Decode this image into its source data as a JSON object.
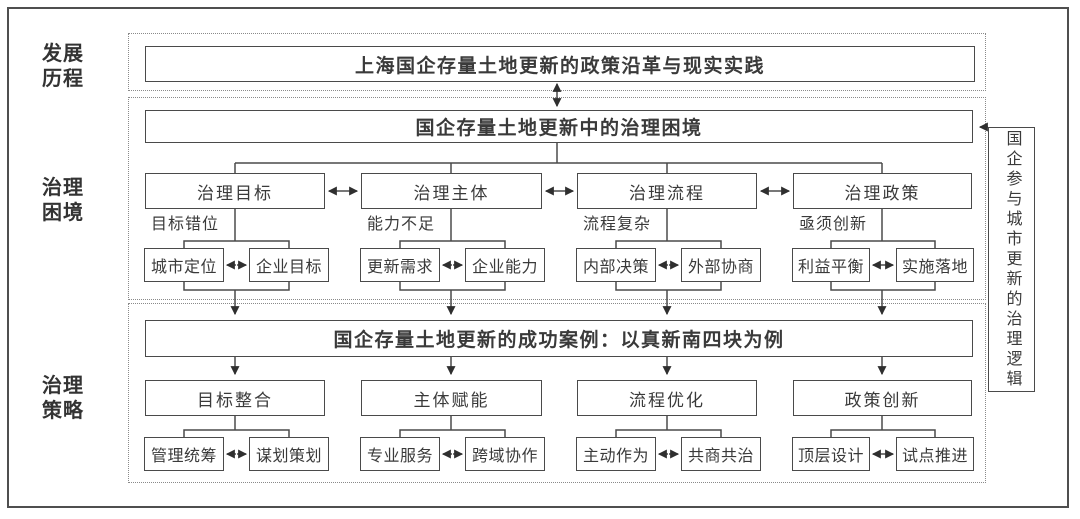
{
  "diagram": {
    "side_labels": [
      {
        "line1": "发展",
        "line2": "历程"
      },
      {
        "line1": "治理",
        "line2": "困境"
      },
      {
        "line1": "治理",
        "line2": "策略"
      }
    ],
    "top_banner": "上海国企存量土地更新的政策沿革与现实实践",
    "dilemma_banner": "国企存量土地更新中的治理困境",
    "case_banner": "国企存量土地更新的成功案例：以真新南四块为例",
    "right_logic_label": "国企参与城市更新的治理逻辑",
    "dilemma_columns": [
      {
        "header": "治理目标",
        "issue": "目标错位",
        "left": "城市定位",
        "right": "企业目标"
      },
      {
        "header": "治理主体",
        "issue": "能力不足",
        "left": "更新需求",
        "right": "企业能力"
      },
      {
        "header": "治理流程",
        "issue": "流程复杂",
        "left": "内部决策",
        "right": "外部协商"
      },
      {
        "header": "治理政策",
        "issue": "亟须创新",
        "left": "利益平衡",
        "right": "实施落地"
      }
    ],
    "strategy_columns": [
      {
        "header": "目标整合",
        "left": "管理统筹",
        "right": "谋划策划"
      },
      {
        "header": "主体赋能",
        "left": "专业服务",
        "right": "跨域协作"
      },
      {
        "header": "流程优化",
        "left": "主动作为",
        "right": "共商共治"
      },
      {
        "header": "政策创新",
        "left": "顶层设计",
        "right": "试点推进"
      }
    ],
    "colors": {
      "line": "#4a4a4a",
      "text": "#3a3a3a",
      "border": "#4f4f4f"
    }
  }
}
